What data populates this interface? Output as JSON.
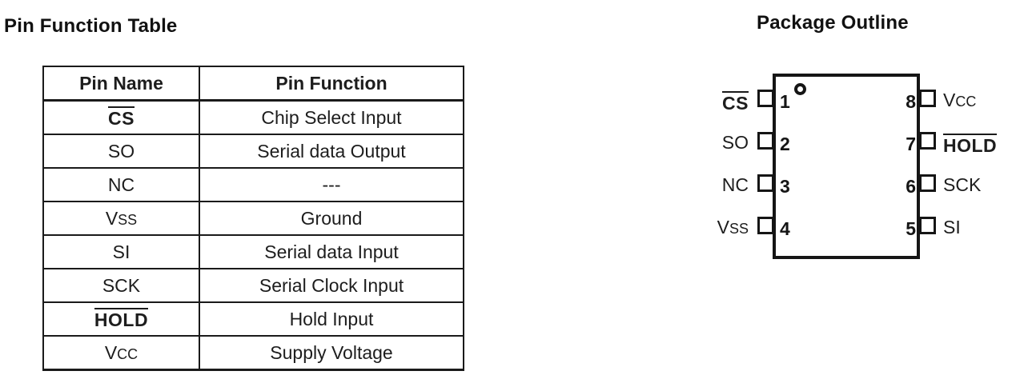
{
  "sections": {
    "pin_table_heading": "Pin Function Table",
    "package_heading": "Package Outline"
  },
  "pin_table": {
    "columns": [
      "Pin Name",
      "Pin Function"
    ],
    "rows": [
      {
        "name": "CS",
        "overline": true,
        "function": "Chip Select Input"
      },
      {
        "name": "SO",
        "overline": false,
        "function": "Serial data Output"
      },
      {
        "name": "NC",
        "overline": false,
        "function": "---"
      },
      {
        "name": "Vss",
        "overline": false,
        "function": "Ground"
      },
      {
        "name": "SI",
        "overline": false,
        "function": "Serial data Input"
      },
      {
        "name": "SCK",
        "overline": false,
        "function": "Serial Clock Input"
      },
      {
        "name": "HOLD",
        "overline": true,
        "function": "Hold Input"
      },
      {
        "name": "Vcc",
        "overline": false,
        "function": "Supply Voltage"
      }
    ]
  },
  "package": {
    "pin1_marker": "pin1-dot",
    "left_pins": [
      {
        "number": "1",
        "label": "CS",
        "overline": true
      },
      {
        "number": "2",
        "label": "SO",
        "overline": false
      },
      {
        "number": "3",
        "label": "NC",
        "overline": false
      },
      {
        "number": "4",
        "label": "Vss",
        "overline": false
      }
    ],
    "right_pins": [
      {
        "number": "8",
        "label": "Vcc",
        "overline": false
      },
      {
        "number": "7",
        "label": "HOLD",
        "overline": true
      },
      {
        "number": "6",
        "label": "SCK",
        "overline": false
      },
      {
        "number": "5",
        "label": "SI",
        "overline": false
      }
    ]
  },
  "colors": {
    "background": "#ffffff",
    "ink": "#1a1a1a",
    "line": "#151515"
  }
}
